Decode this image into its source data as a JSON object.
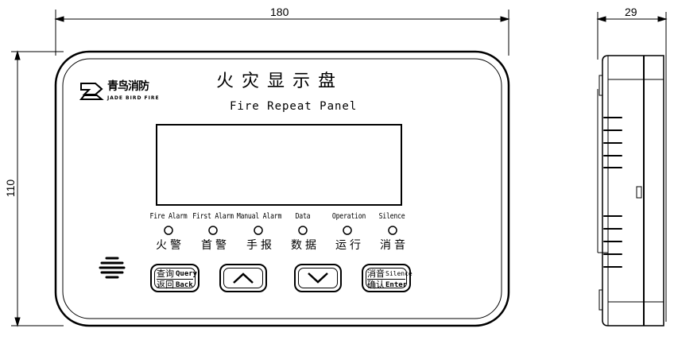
{
  "dimensions": {
    "width": "180",
    "height": "110",
    "depth": "29"
  },
  "logo": {
    "brand_cn": "青鸟消防",
    "brand_en": "JADE BIRD FIRE"
  },
  "title": {
    "cn": "火灾显示盘",
    "en": "Fire Repeat Panel"
  },
  "indicators": [
    {
      "en": "Fire Alarm",
      "cn": "火警"
    },
    {
      "en": "First Alarm",
      "cn": "首警"
    },
    {
      "en": "Manual Alarm",
      "cn": "手报"
    },
    {
      "en": "Data",
      "cn": "数据"
    },
    {
      "en": "Operation",
      "cn": "运行"
    },
    {
      "en": "Silence",
      "cn": "消音"
    }
  ],
  "buttons": {
    "query_cn": "查询",
    "query_en": "Query",
    "back_cn": "返回",
    "back_en": "Back",
    "silence_cn": "消音",
    "silence_en": "Silence",
    "enter_cn": "确认",
    "enter_en": "Enter"
  }
}
